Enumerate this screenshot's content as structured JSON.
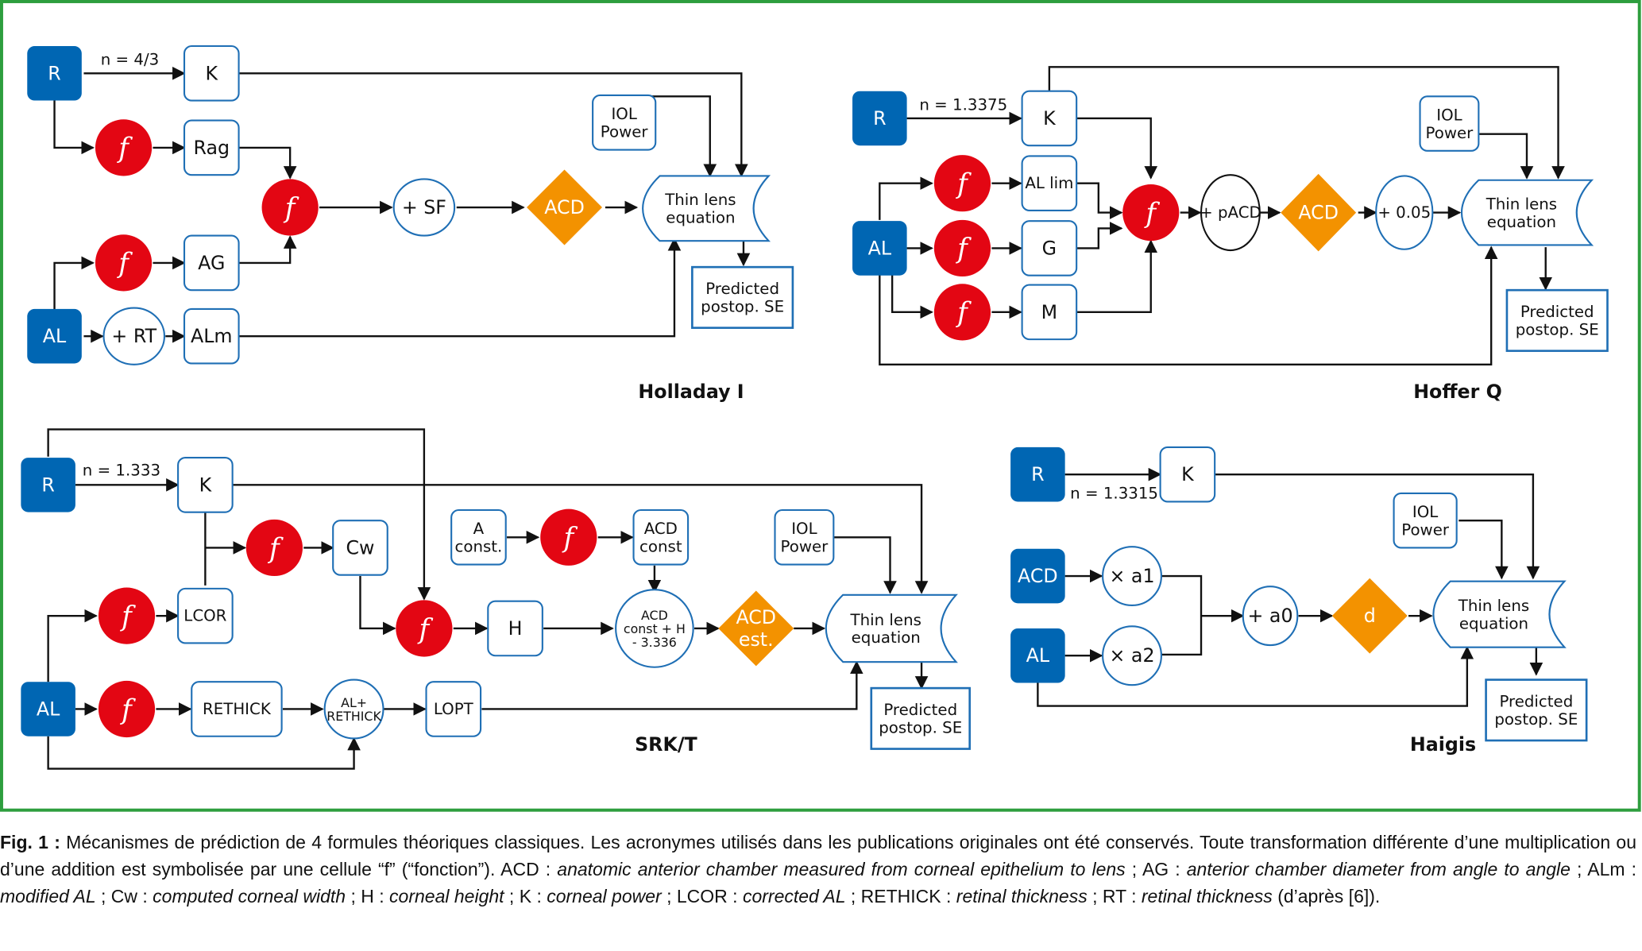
{
  "diagrams": [
    {
      "id": "holladay",
      "title": "Holladay I",
      "n_label": "n = 4/3",
      "inputs": [
        "R",
        "AL"
      ],
      "boxes": [
        "K",
        "Rag",
        "AG",
        "ALm",
        "IOL\nPower"
      ],
      "ops": [
        "+ RT",
        "+ SF"
      ],
      "diamond": "ACD",
      "lens": [
        "Thin lens",
        "equation"
      ],
      "output": [
        "Predicted",
        "postop. SE"
      ],
      "function_symbol": "f"
    },
    {
      "id": "hofferq",
      "title": "Hoffer Q",
      "n_label": "n = 1.3375",
      "inputs": [
        "R",
        "AL"
      ],
      "boxes": [
        "K",
        "AL lim",
        "G",
        "M",
        "IOL\nPower"
      ],
      "ops": [
        "+ pACD",
        "+ 0.05"
      ],
      "diamond": "ACD",
      "lens": [
        "Thin lens",
        "equation"
      ],
      "output": [
        "Predicted",
        "postop. SE"
      ],
      "function_symbol": "f"
    },
    {
      "id": "srkt",
      "title": "SRK/T",
      "n_label": "n = 1.333",
      "inputs": [
        "R",
        "AL"
      ],
      "boxes": [
        "K",
        "Cw",
        "LCOR",
        "H",
        "RETHICK",
        "LOPT",
        "A\nconst.",
        "ACD\nconst",
        "IOL\nPower"
      ],
      "ops": [
        "ACD\nconst + H\n- 3.336",
        "AL+\nRETHICK"
      ],
      "diamond": "ACD\nest.",
      "lens": [
        "Thin lens",
        "equation"
      ],
      "output": [
        "Predicted",
        "postop. SE"
      ],
      "function_symbol": "f"
    },
    {
      "id": "haigis",
      "title": "Haigis",
      "n_label": "n = 1.3315",
      "inputs": [
        "R",
        "ACD",
        "AL"
      ],
      "boxes": [
        "K",
        "IOL\nPower"
      ],
      "ops": [
        "× a1",
        "× a2",
        "+ a0"
      ],
      "diamond": "d",
      "lens": [
        "Thin lens",
        "equation"
      ],
      "output": [
        "Predicted",
        "postop. SE"
      ],
      "function_symbol": "f"
    }
  ],
  "caption": {
    "label": "Fig. 1 :",
    "segments": [
      {
        "t": " Mécanismes de prédiction de 4 formules théoriques classiques. Les acronymes utilisés dans les publications originales ont été conservés. Toute transformation différente d’une multiplication ou d’une addition est symbolisée par une cellule “f” (“fonction”). ACD : ",
        "i": false
      },
      {
        "t": "anatomic anterior chamber measured from corneal epithelium to lens",
        "i": true
      },
      {
        "t": " ; AG : ",
        "i": false
      },
      {
        "t": "anterior chamber diameter from angle to angle",
        "i": true
      },
      {
        "t": " ; ALm : ",
        "i": false
      },
      {
        "t": "modified AL",
        "i": true
      },
      {
        "t": " ; Cw : ",
        "i": false
      },
      {
        "t": "computed corneal width",
        "i": true
      },
      {
        "t": " ; H : ",
        "i": false
      },
      {
        "t": "corneal height",
        "i": true
      },
      {
        "t": " ; K : ",
        "i": false
      },
      {
        "t": "corneal power",
        "i": true
      },
      {
        "t": " ; LCOR : ",
        "i": false
      },
      {
        "t": "corrected AL",
        "i": true
      },
      {
        "t": " ; RETHICK : ",
        "i": false
      },
      {
        "t": "retinal thickness",
        "i": true
      },
      {
        "t": " ; RT : ",
        "i": false
      },
      {
        "t": "retinal thickness",
        "i": true
      },
      {
        "t": " (d’après [6]).",
        "i": false
      }
    ]
  },
  "colors": {
    "input": "#0066b3",
    "function": "#e30613",
    "diamond": "#f39200",
    "border": "#1f6fb5",
    "frame": "#2e9e3e"
  }
}
